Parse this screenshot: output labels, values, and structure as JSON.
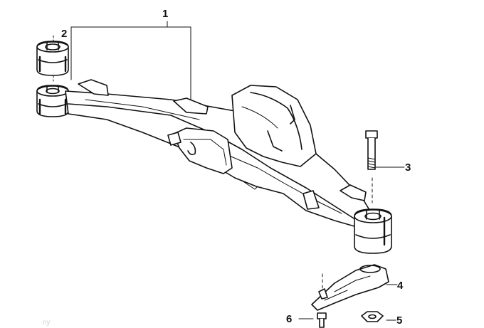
{
  "callouts": {
    "c1": "1",
    "c2": "2",
    "c3": "3",
    "c4": "4",
    "c5": "5",
    "c6": "6"
  },
  "watermark": "ny"
}
